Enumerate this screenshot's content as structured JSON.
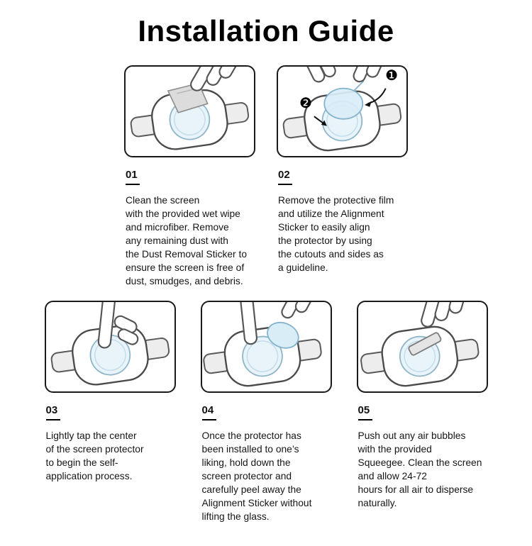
{
  "page": {
    "title": "Installation Guide"
  },
  "colors": {
    "protector_blue": "#d9edf7",
    "cloth_gray": "#dcdcdc",
    "strap_gray": "#ededed"
  },
  "steps": [
    {
      "number": "01",
      "text": "Clean the screen\nwith the provided wet wipe\nand microfiber. Remove\nany remaining dust with\nthe Dust Removal Sticker to\nensure the screen is free of\ndust, smudges, and debris."
    },
    {
      "number": "02",
      "text": "Remove the protective film\nand utilize the Alignment\nSticker to easily align\nthe protector by using\nthe cutouts and sides as\na guideline.",
      "badges": [
        "❶",
        "❷"
      ]
    },
    {
      "number": "03",
      "text": "Lightly tap the center\nof the screen protector\nto begin the self-\napplication process."
    },
    {
      "number": "04",
      "text": "Once the protector has\nbeen installed to one’s\nliking, hold down the\nscreen protector and\ncarefully peel away the\nAlignment Sticker without\nlifting the glass."
    },
    {
      "number": "05",
      "text": "Push out any air bubbles\nwith the provided\nSqueegee. Clean the screen\nand allow 24-72\nhours for all air to disperse\nnaturally."
    }
  ]
}
